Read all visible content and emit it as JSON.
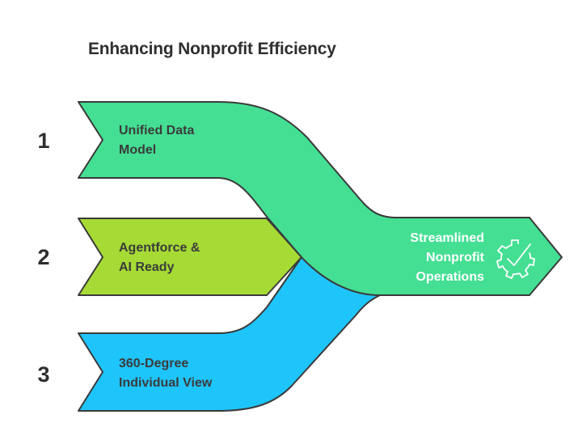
{
  "title": "Enhancing Nonprofit Efficiency",
  "colors": {
    "band1": "#44df93",
    "band2": "#a6db35",
    "band3": "#1ec5fb",
    "output": "#44df93",
    "stroke": "#3a3a3a",
    "text_dark": "#3b3b3b",
    "text_light": "#ffffff"
  },
  "inputs": [
    {
      "number": "1",
      "line1": "Unified Data",
      "line2": "Model"
    },
    {
      "number": "2",
      "line1": "Agentforce &",
      "line2": "AI Ready"
    },
    {
      "number": "3",
      "line1": "360-Degree",
      "line2": "Individual View"
    }
  ],
  "output": {
    "line1": "Streamlined",
    "line2": "Nonprofit",
    "line3": "Operations",
    "icon": "gear-check-icon"
  }
}
